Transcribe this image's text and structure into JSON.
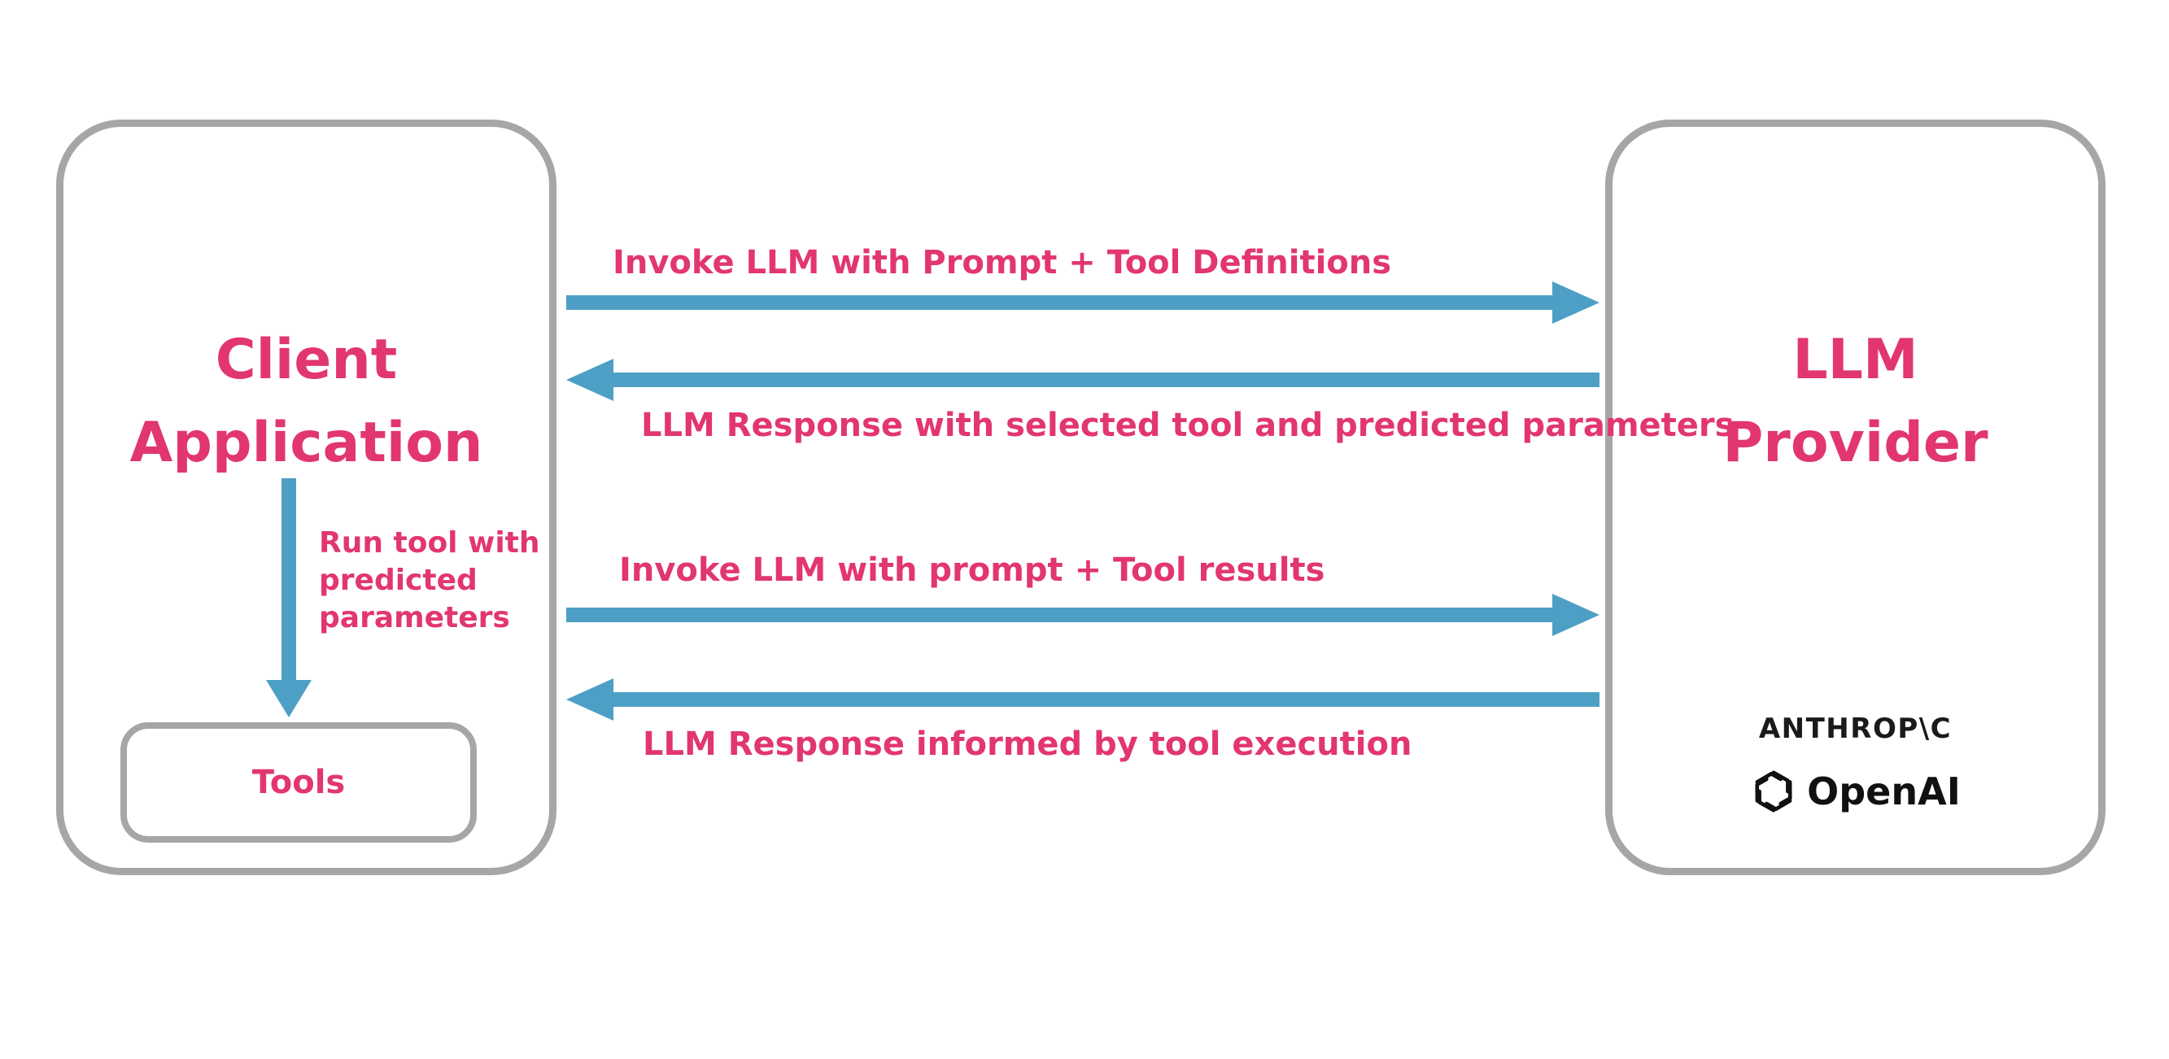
{
  "diagram": {
    "client_box": {
      "title_line1": "Client",
      "title_line2": "Application",
      "run_tool_label": "Run tool with predicted parameters",
      "tools_label": "Tools"
    },
    "provider_box": {
      "title_line1": "LLM",
      "title_line2": "Provider",
      "anthropic_label": "ANTHROP\\C",
      "openai_label": "OpenAI"
    },
    "arrows": [
      {
        "direction": "right",
        "label": "Invoke LLM with Prompt + Tool Definitions"
      },
      {
        "direction": "left",
        "label": "LLM Response with selected tool and predicted parameters"
      },
      {
        "direction": "right",
        "label": "Invoke LLM with prompt + Tool results"
      },
      {
        "direction": "left",
        "label": "LLM Response informed by tool execution"
      }
    ],
    "colors": {
      "accent_pink": "#E2366F",
      "arrow_blue": "#4E9FC6",
      "border_gray": "#A6A6A6"
    }
  }
}
